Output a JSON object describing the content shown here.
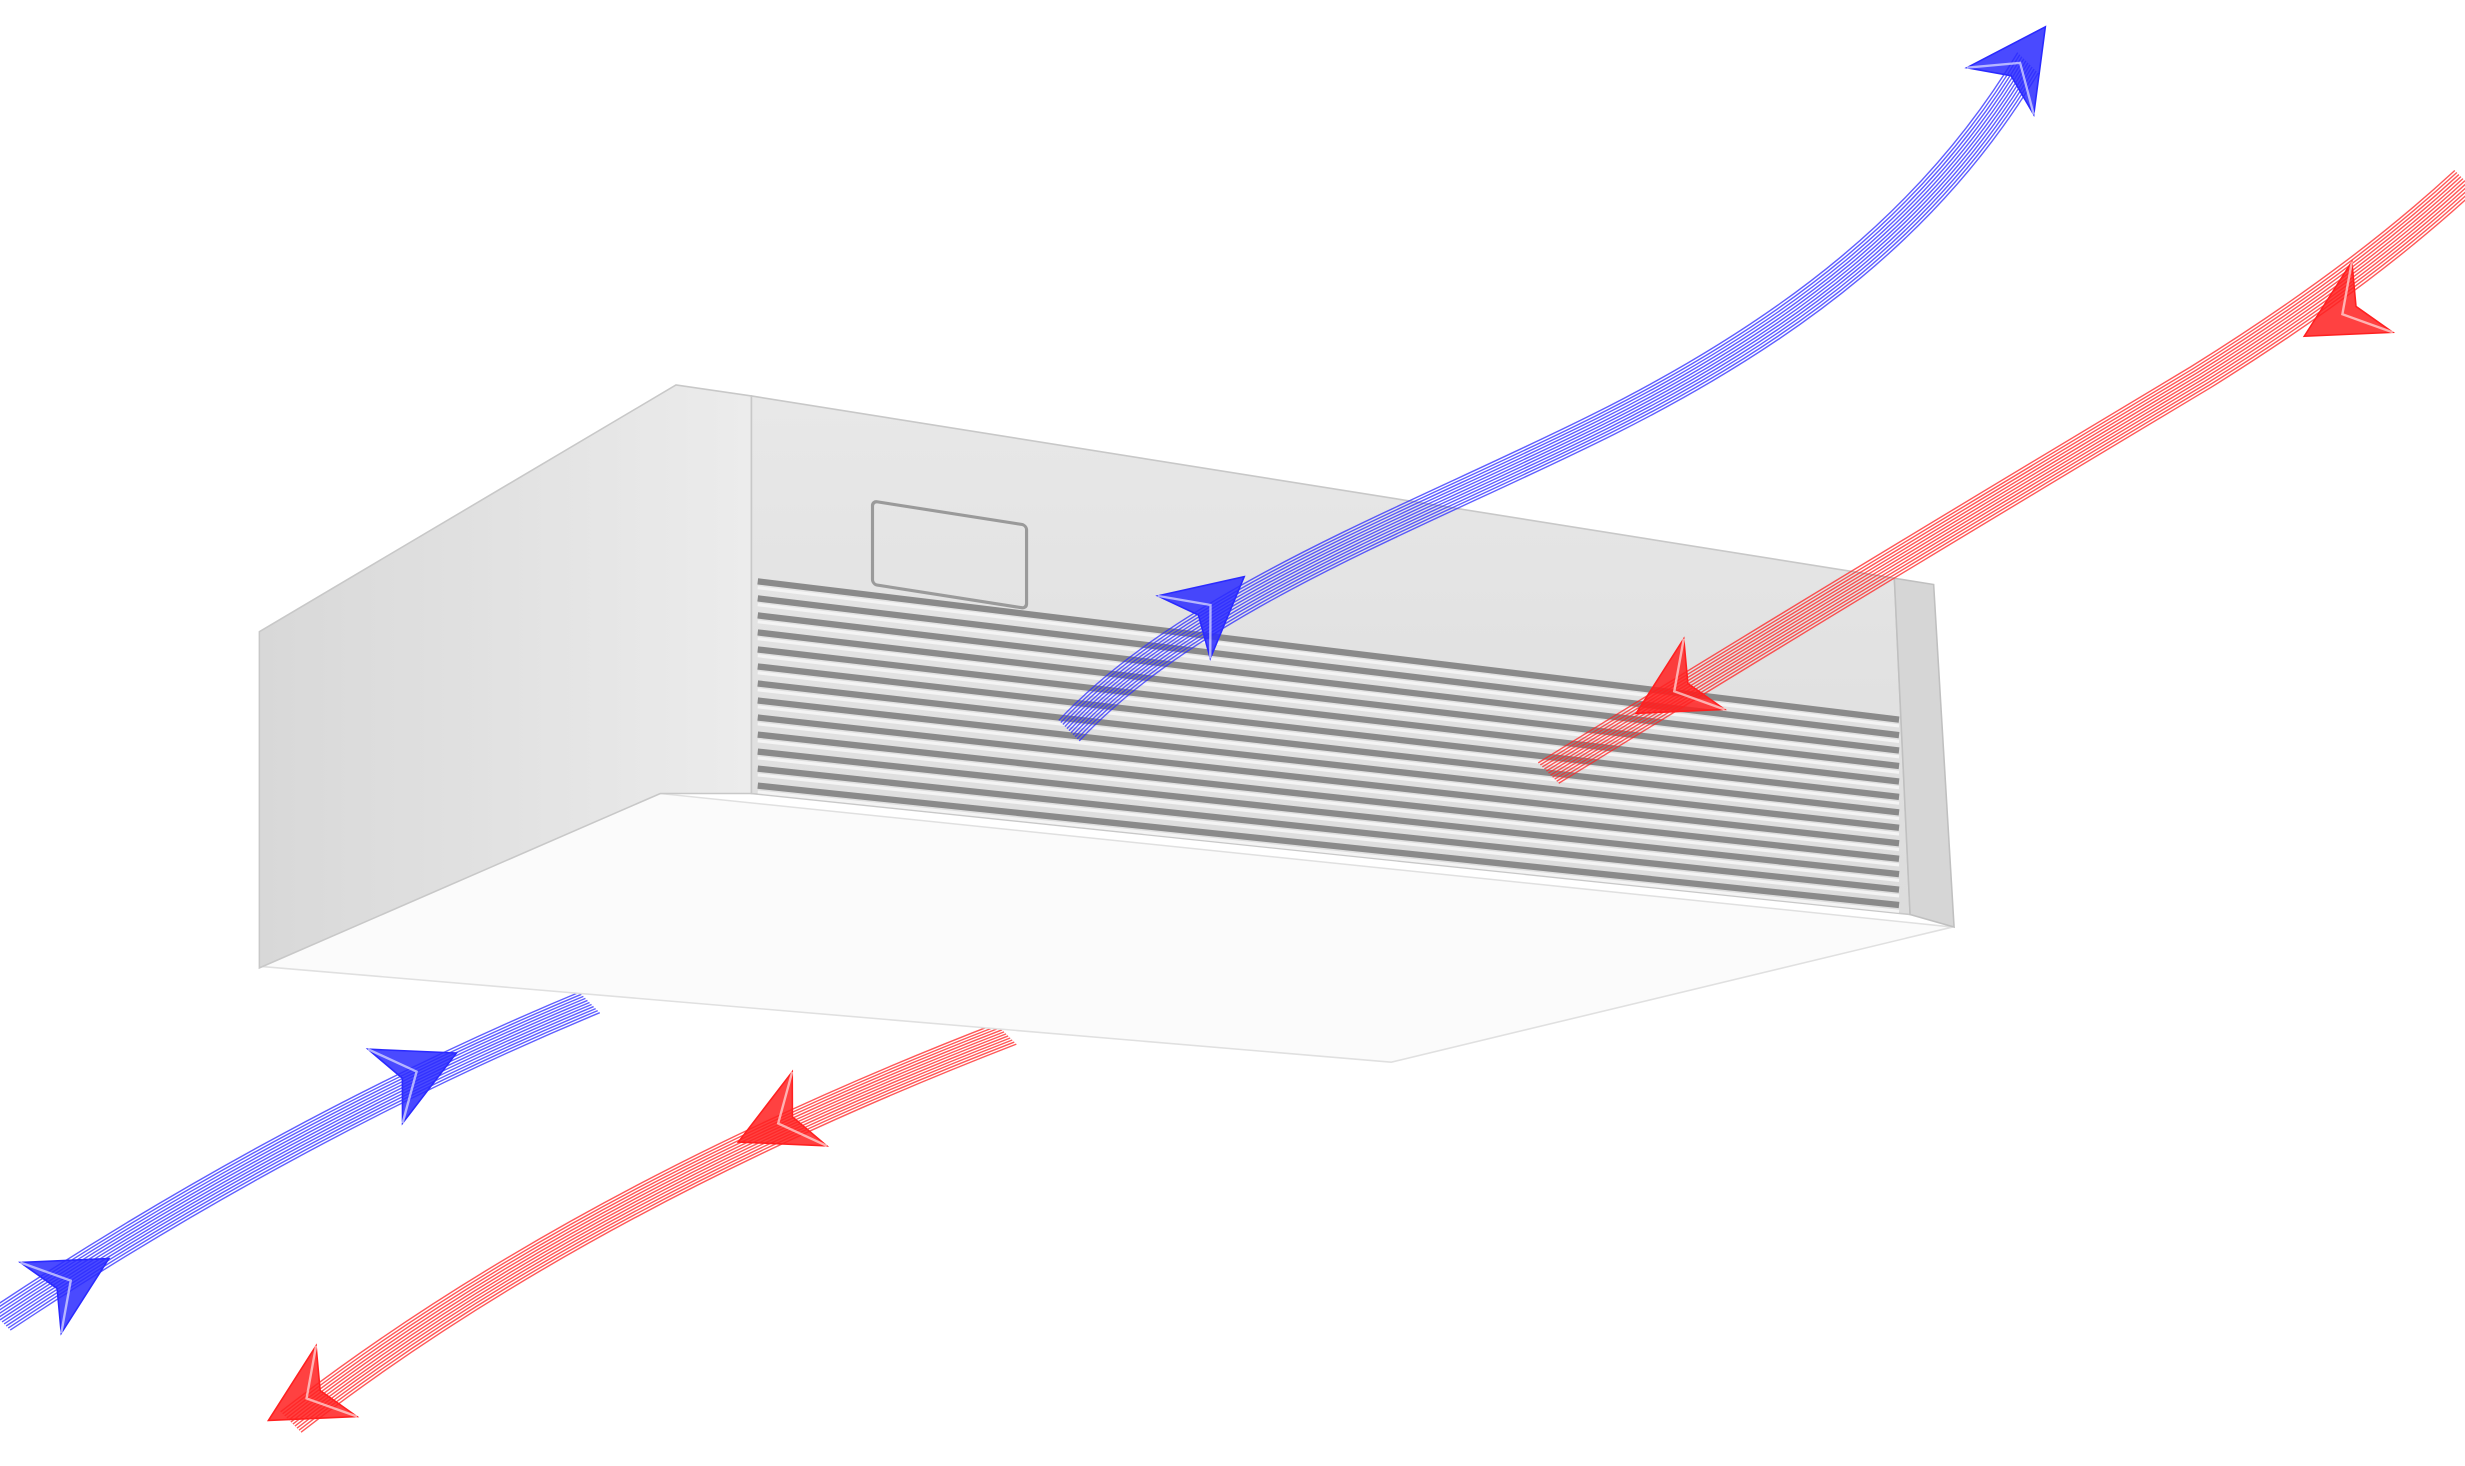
{
  "illustration": {
    "subject": "ceiling-unit",
    "colors": {
      "cool_air": "#2a2aff",
      "warm_air": "#ff2020",
      "unit_body": "#e4e4e4",
      "unit_bottom": "#fbfbfb",
      "grille": "#8a8a8a"
    },
    "flows": [
      {
        "name": "supply-cool-upper",
        "kind": "cool"
      },
      {
        "name": "return-warm-upper",
        "kind": "warm"
      },
      {
        "name": "supply-cool-lower",
        "kind": "cool"
      },
      {
        "name": "return-warm-lower",
        "kind": "warm"
      }
    ]
  }
}
